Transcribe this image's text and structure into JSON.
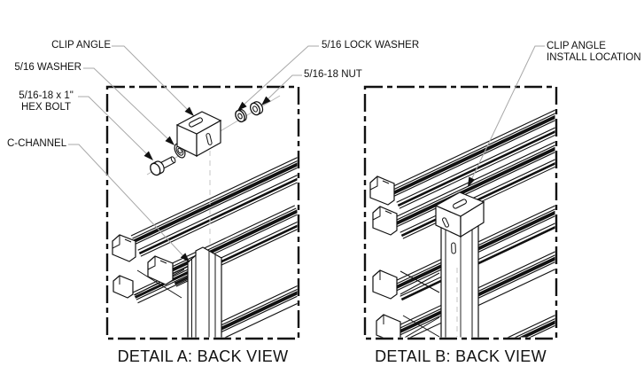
{
  "drawing": {
    "colors": {
      "line": "#111111",
      "leader": "#a8a8a8",
      "hidden": "#c4c4c4",
      "background": "#ffffff"
    },
    "labels": {
      "clip_angle": "CLIP ANGLE",
      "washer": "5/16 WASHER",
      "hex_bolt_line1": "5/16-18 x 1\"",
      "hex_bolt_line2": "HEX BOLT",
      "c_channel": "C-CHANNEL",
      "lock_washer": "5/16 LOCK WASHER",
      "nut": "5/16-18 NUT",
      "clip_install_line1": "CLIP ANGLE",
      "clip_install_line2": "INSTALL LOCATION"
    },
    "captions": {
      "detail_a": "DETAIL A: BACK VIEW",
      "detail_b": "DETAIL B: BACK VIEW"
    }
  }
}
